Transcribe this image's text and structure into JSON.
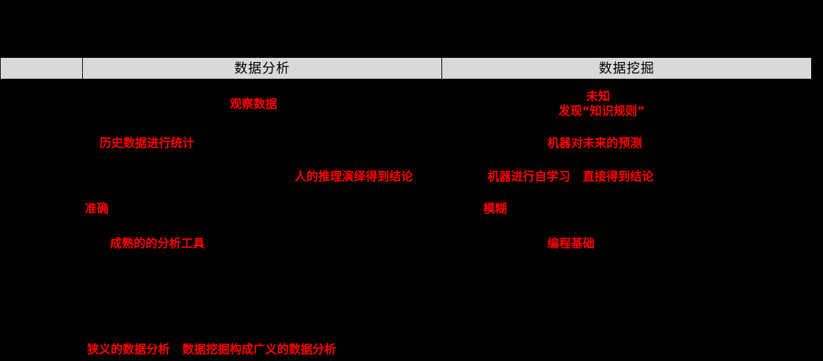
{
  "slide": {
    "background_color": "#000000",
    "accent_color": "#ff0000",
    "header_fill": "#d9d9d9"
  },
  "table": {
    "columns": [
      {
        "key": "blank",
        "label": ""
      },
      {
        "key": "data_analysis",
        "label": "数据分析"
      },
      {
        "key": "data_mining",
        "label": "数据挖掘"
      }
    ]
  },
  "notes": {
    "observe_data": "观察数据",
    "unknown": "未知",
    "discover_rules": "发现“知识规则”",
    "historical_statistics": "历史数据进行统计",
    "machine_future_prediction": "机器对未来的预测",
    "human_reasoning_conclusion": "人的推理演绎得到结论",
    "machine_self_learning_conclusion": "机器进行自学习   直接得到结论",
    "accurate": "准确",
    "fuzzy": "模糊",
    "mature_analysis_tools": "成熟的的分析工具",
    "programming_basics": "编程基础",
    "summary": "狭义的数据分析   数据挖掘构成广义的数据分析"
  }
}
